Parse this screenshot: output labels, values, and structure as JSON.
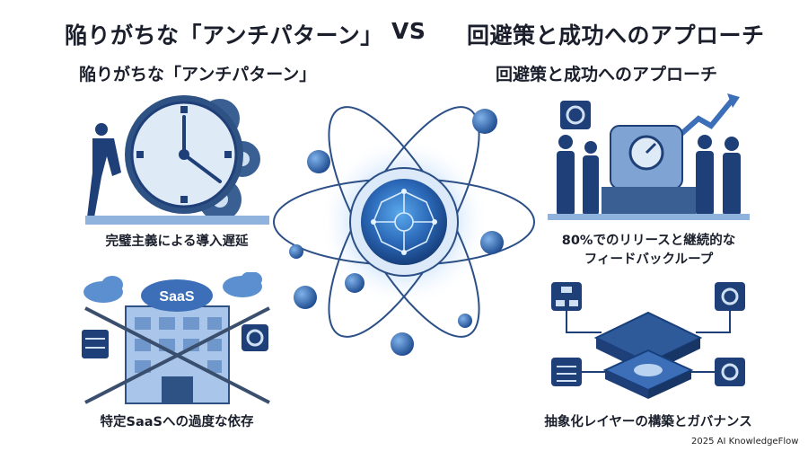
{
  "header": {
    "left_title": "陥りがちな「アンチパターン」",
    "vs": "VS",
    "right_title": "回避策と成功へのアプローチ"
  },
  "left": {
    "subtitle": "陥りがちな「アンチパターン」",
    "items": [
      {
        "caption": "完璧主義による導入遅延"
      },
      {
        "caption": "特定SaaSへの過度な依存",
        "badge": "SaaS"
      }
    ]
  },
  "right": {
    "subtitle": "回避策と成功へのアプローチ",
    "items": [
      {
        "caption_line1": "80%でのリリースと継続的な",
        "caption_line2": "フィードバックループ"
      },
      {
        "caption": "抽象化レイヤーの構築とガバナンス"
      }
    ]
  },
  "footer": {
    "credit": "2025 AI KnowledgeFlow"
  },
  "colors": {
    "navy": "#1f3f78",
    "blue": "#3c6fb8",
    "light": "#b9d3f0",
    "accent": "#5ea6e6"
  }
}
